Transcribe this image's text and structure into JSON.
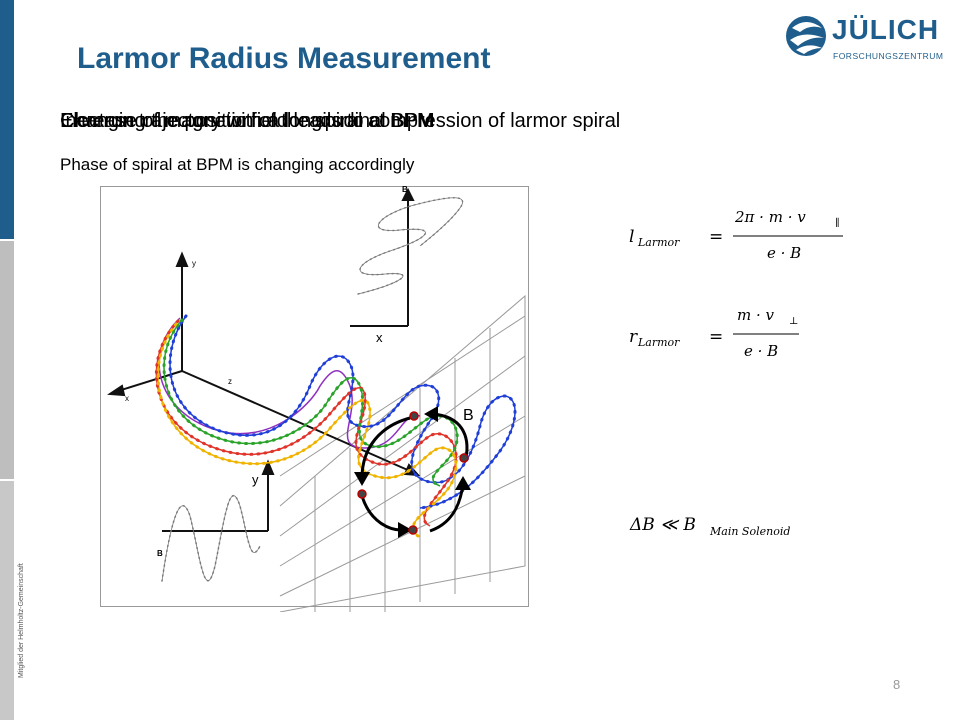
{
  "slide": {
    "title": "Larmor Radius Measurement",
    "overlapping_lines": [
      "Electron trajectory with a longitudinal BPM",
      "Increase of magnetic field leads to compression of larmor spiral",
      "Changing the position of the spiral at BPM"
    ],
    "subtitle": "Phase of spiral at BPM is changing accordingly",
    "page_number": "8",
    "footer_vertical": "Mitglied der Helmholtz-Gemeinschaft"
  },
  "logo": {
    "name": "JÜLICH",
    "subtitle": "FORSCHUNGSZENTRUM"
  },
  "figure": {
    "axis_labels": {
      "main_y": "y",
      "main_x": "x",
      "main_z": "z",
      "inset_top_b": "B",
      "inset_top_x": "x",
      "inset_bottom_y": "y",
      "inset_bottom_b": "B",
      "field_label": "B"
    }
  },
  "formulas": {
    "l_larmor": {
      "lhs": "l",
      "lhs_sub": "Larmor",
      "num": "2π · m · v",
      "num_sub": "∥",
      "den": "e · B"
    },
    "r_larmor": {
      "lhs": "r",
      "lhs_sub": "Larmor",
      "num": "m · v",
      "num_sub": "⊥",
      "den": "e · B"
    },
    "delta_b": {
      "lhs": "ΔB ≪ B",
      "lhs_sub": "Main Solenoid"
    }
  },
  "colors": {
    "brand_blue": "#1f5e8c",
    "series_blue": "#1f3fd8",
    "series_red": "#e0342a",
    "series_green": "#2aa32a",
    "series_yellow": "#f0b400",
    "series_purple": "#9030c0"
  }
}
